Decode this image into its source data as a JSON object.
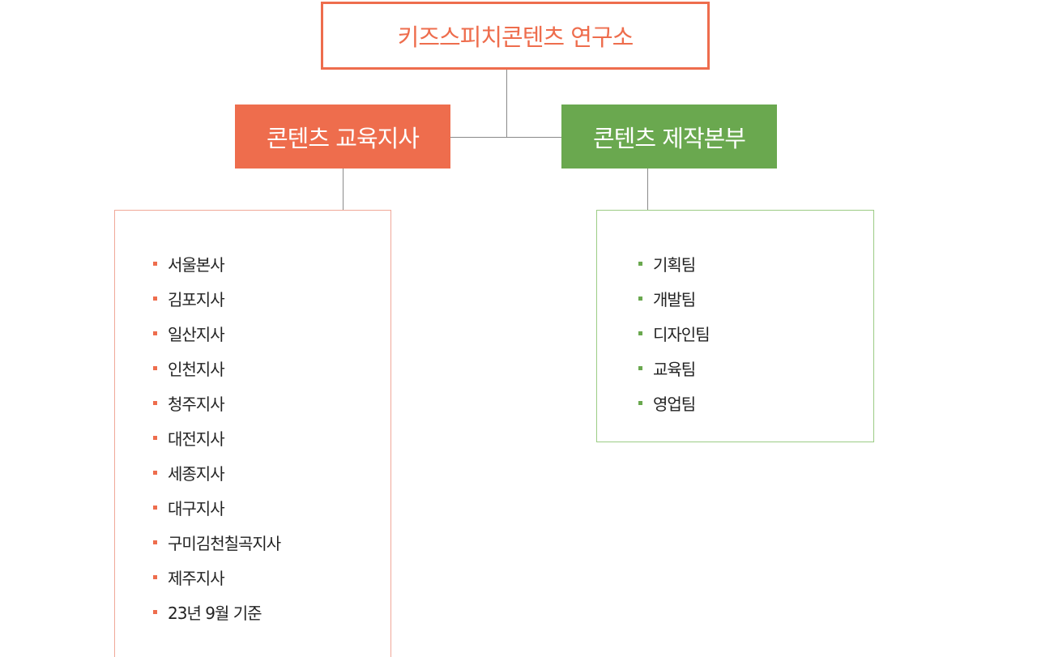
{
  "root": {
    "label": "키즈스피치콘텐츠 연구소"
  },
  "branches": {
    "left": {
      "label": "콘텐츠 교육지사",
      "items": [
        "서울본사",
        "김포지사",
        "일산지사",
        "인천지사",
        "청주지사",
        "대전지사",
        "세종지사",
        "대구지사",
        "구미김천칠곡지사",
        "제주지사",
        "23년 9월 기준"
      ]
    },
    "right": {
      "label": "콘텐츠 제작본부",
      "items": [
        "기획팀",
        "개발팀",
        "디자인팀",
        "교육팀",
        "영업팀"
      ]
    }
  },
  "colors": {
    "orange": "#ee6d4d",
    "green": "#6aa84f",
    "connector": "#8a8a8a"
  }
}
